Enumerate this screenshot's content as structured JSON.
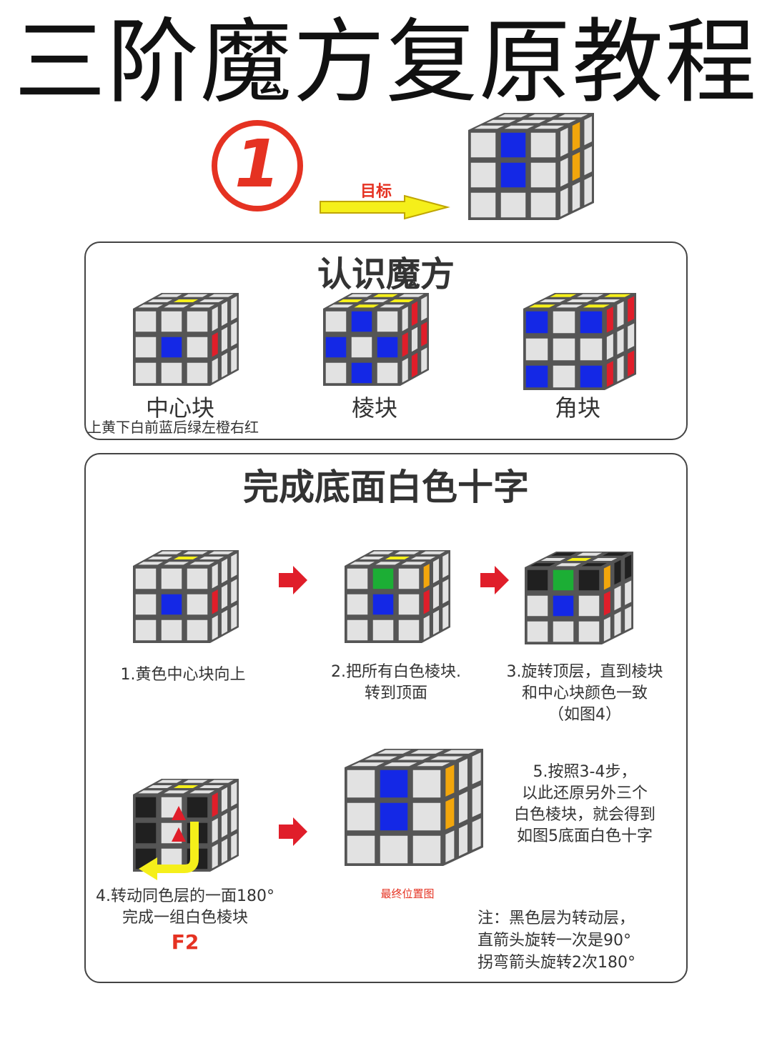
{
  "title": "三阶魔方复原教程",
  "step_marker": "1",
  "goal_label": "目标",
  "colors": {
    "white": "#e2e2e2",
    "blue": "#1428e6",
    "yellow": "#f5ef1a",
    "red": "#e01e2a",
    "orange": "#f2a60c",
    "green": "#1cae35",
    "black": "#202020",
    "accent_red": "#e53222"
  },
  "know": {
    "title": "认识魔方",
    "items": [
      {
        "label": "中心块"
      },
      {
        "label": "棱块"
      },
      {
        "label": "角块"
      }
    ],
    "note": "上黄下白前蓝后绿左橙右红"
  },
  "cross": {
    "title": "完成底面白色十字",
    "step1": {
      "lines": [
        "1.黄色中心块向上"
      ]
    },
    "step2": {
      "lines": [
        "2.把所有白色棱块.",
        "转到顶面"
      ]
    },
    "step3": {
      "lines": [
        "3.旋转顶层，直到棱块",
        "和中心块颜色一致",
        "（如图4）"
      ]
    },
    "step4": {
      "lines": [
        "4.转动同色层的一面180°",
        "完成一组白色棱块"
      ],
      "move": "F2"
    },
    "final_label": "最终位置图",
    "step5": {
      "lines": [
        "5.按照3-4步，",
        "以此还原另外三个",
        "白色棱块，就会得到",
        "如图5底面白色十字"
      ]
    },
    "note": {
      "lines": [
        "注：黑色层为转动层，",
        "直箭头旋转一次是90°",
        "拐弯箭头旋转2次180°"
      ]
    }
  }
}
